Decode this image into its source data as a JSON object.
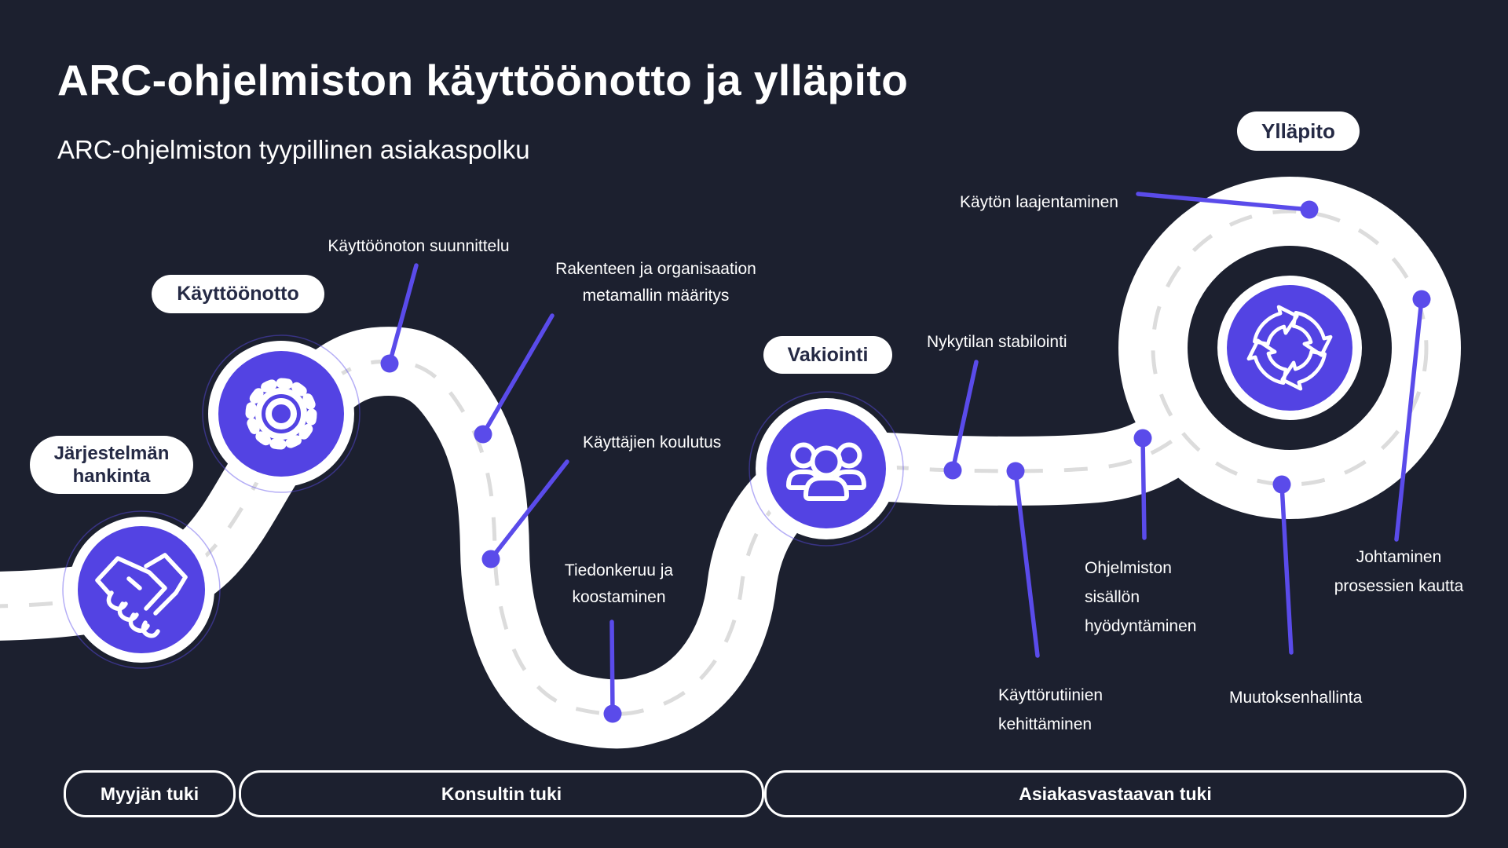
{
  "colors": {
    "background": "#1c202f",
    "purple": "#5343e3",
    "accent": "#5a4bea",
    "road": "#ffffff",
    "dash": "#dcdcdc",
    "text": "#ffffff",
    "pill_text": "#252a45"
  },
  "header": {
    "title": "ARC-ohjelmiston käyttöönotto ja ylläpito",
    "subtitle": "ARC-ohjelmiston tyypillinen asiakaspolku"
  },
  "stages": {
    "jarjestelman_hankinta": "Järjestelmän\nhankinta",
    "kayttoonotto": "Käyttöönotto",
    "vakiointi": "Vakiointi",
    "yllapito": "Ylläpito"
  },
  "nodes": {
    "jarjestelman_hankinta_icon": "handshake-icon",
    "kayttoonotto_icon": "gear-icon",
    "vakiointi_icon": "team-icon",
    "yllapito_icon": "cycle-arrows-icon"
  },
  "milestones": {
    "kayttoonoton_suunnittelu": "Käyttöönoton suunnittelu",
    "rakenteen": "Rakenteen ja organisaation\nmetamallin määritys",
    "kayttajien_koulutus": "Käyttäjien koulutus",
    "tiedonkeruu": "Tiedonkeruu ja\nkoostaminen",
    "nykytilan_stabilointi": "Nykytilan stabilointi",
    "kayton_laajentaminen": "Käytön laajentaminen",
    "ohjelmiston": "Ohjelmiston\nsisällön\nhyödyntäminen",
    "kayttorutiinien": "Käyttörutiinien\nkehittäminen",
    "muutoksenhallinta": "Muutoksenhallinta",
    "johtaminen": "Johtaminen\nprosessien kautta"
  },
  "support": {
    "myyjan_tuki": "Myyjän tuki",
    "konsultin_tuki": "Konsultin tuki",
    "asiakasvastaavan_tuki": "Asiakasvastaavan tuki"
  }
}
